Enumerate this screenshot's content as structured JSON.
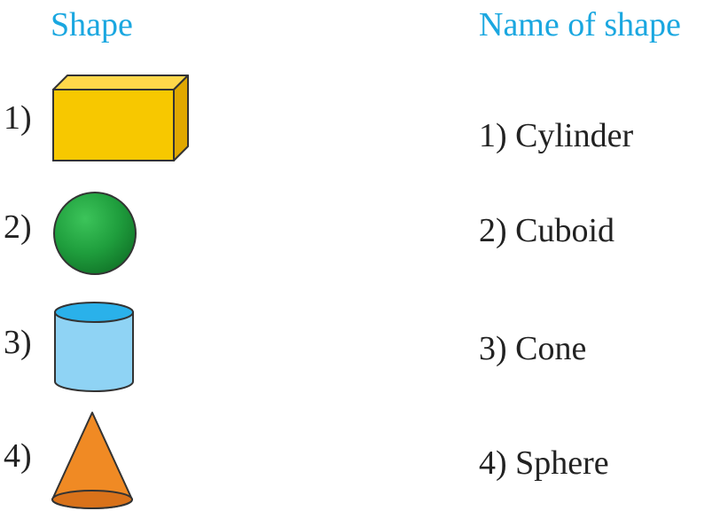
{
  "headings": {
    "shape": "Shape",
    "name": "Name of shape"
  },
  "shapes": [
    {
      "label": "1)",
      "icon": "cuboid-icon",
      "color": "#f7c800"
    },
    {
      "label": "2)",
      "icon": "sphere-icon",
      "color": "#1f9e3d"
    },
    {
      "label": "3)",
      "icon": "cylinder-icon",
      "color": "#7fcdf2"
    },
    {
      "label": "4)",
      "icon": "cone-icon",
      "color": "#f08a24"
    }
  ],
  "names": [
    "1) Cylinder",
    "2) Cuboid",
    "3) Cone",
    "4) Sphere"
  ],
  "colors": {
    "heading": "#1aa7e0",
    "text": "#222222"
  }
}
